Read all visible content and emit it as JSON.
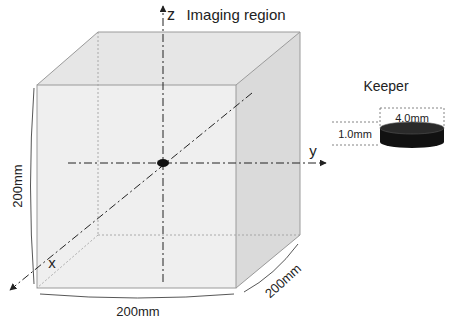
{
  "diagram": {
    "labels": [
      "z",
      "Imaging region",
      "y",
      "x",
      "200mm",
      "200mm",
      "200mm",
      "Keeper",
      "4.0mm",
      "1.0mm"
    ]
  }
}
